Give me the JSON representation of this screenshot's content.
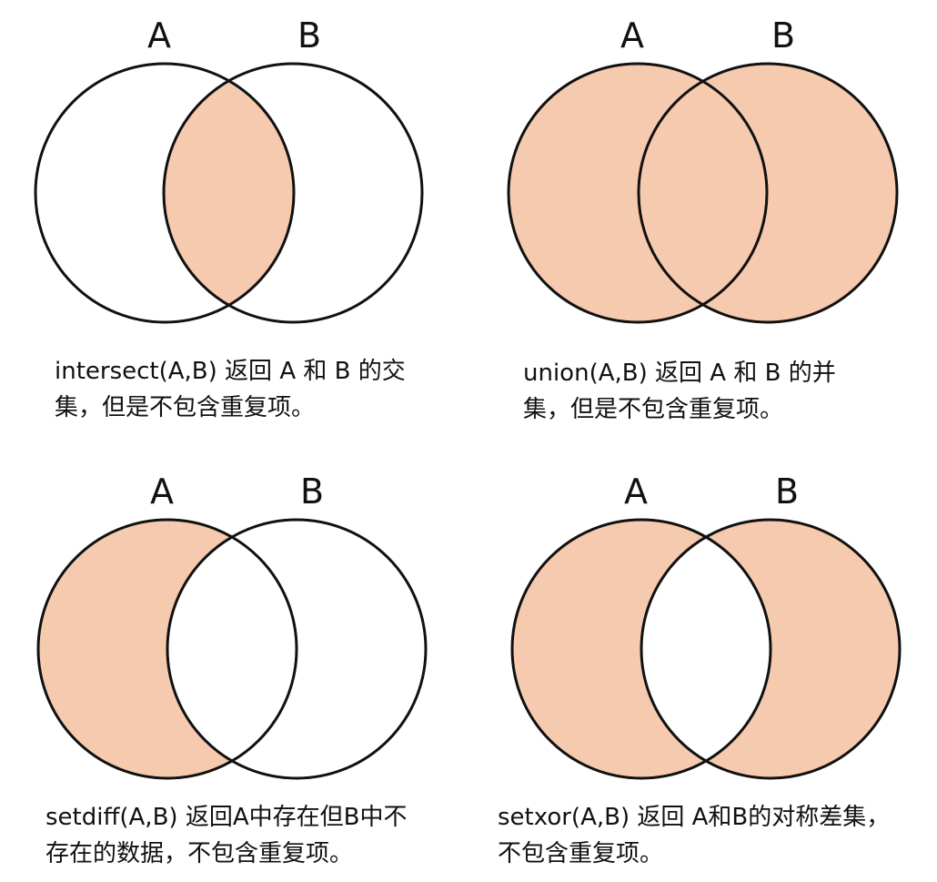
{
  "fill_color": "#F6CAAE",
  "stroke_color": "#111111",
  "panels": [
    {
      "id": "intersect",
      "label_a": "A",
      "label_b": "B",
      "caption_line1": "intersect(A,B) 返回 A 和 B 的交",
      "caption_line2": "集，但是不包含重复项。"
    },
    {
      "id": "union",
      "label_a": "A",
      "label_b": "B",
      "caption_line1": "union(A,B) 返回 A 和 B 的并",
      "caption_line2": "集，但是不包含重复项。"
    },
    {
      "id": "setdiff",
      "label_a": "A",
      "label_b": "B",
      "caption_line1": "setdiff(A,B) 返回A中存在但B中不",
      "caption_line2": "存在的数据，不包含重复项。"
    },
    {
      "id": "setxor",
      "label_a": "A",
      "label_b": "B",
      "caption_line1": "setxor(A,B) 返回 A和B的对称差集，",
      "caption_line2": "不包含重复项。"
    }
  ]
}
